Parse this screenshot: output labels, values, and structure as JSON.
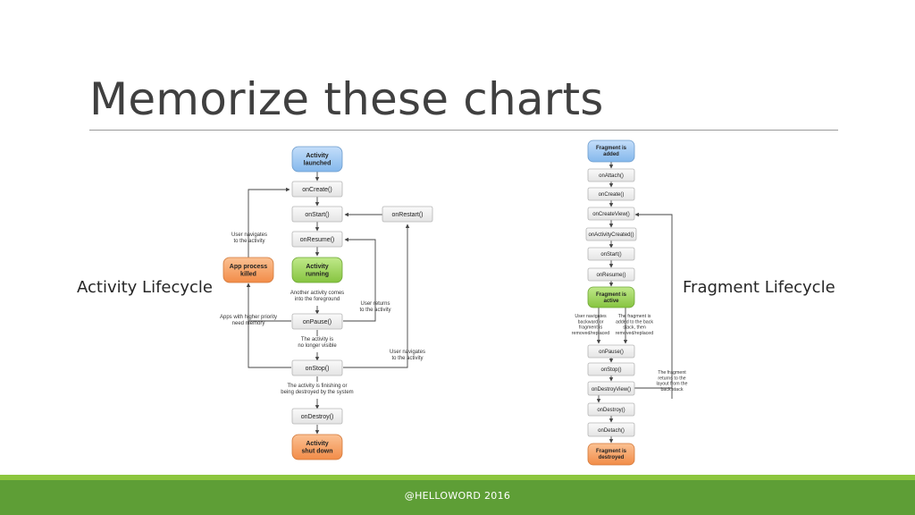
{
  "slide": {
    "title": "Memorize these charts",
    "left_label": "Activity Lifecycle",
    "right_label": "Fragment Lifecycle",
    "footer": "@HELLOWORD 2016"
  },
  "activity_chart": {
    "nodes": {
      "launched": [
        "Activity",
        "launched"
      ],
      "on_create": [
        "onCreate()"
      ],
      "on_start": [
        "onStart()"
      ],
      "on_restart": [
        "onRestart()"
      ],
      "on_resume": [
        "onResume()"
      ],
      "process_killed": [
        "App process",
        "killed"
      ],
      "running": [
        "Activity",
        "running"
      ],
      "on_pause": [
        "onPause()"
      ],
      "on_stop": [
        "onStop()"
      ],
      "on_destroy": [
        "onDestroy()"
      ],
      "shut_down": [
        "Activity",
        "shut down"
      ]
    },
    "notes": {
      "user_navigates_to": [
        "User navigates",
        "to the activity"
      ],
      "another_activity": [
        "Another activity comes",
        "into the foreground"
      ],
      "user_returns": [
        "User returns",
        "to the activity"
      ],
      "higher_priority": [
        "Apps with higher priority",
        "need memory"
      ],
      "no_longer_visible": [
        "The activity is",
        "no longer visible"
      ],
      "user_navigates_to_2": [
        "User navigates",
        "to the activity"
      ],
      "finishing": [
        "The activity is finishing or",
        "being destroyed by the system"
      ]
    }
  },
  "fragment_chart": {
    "nodes": {
      "added": [
        "Fragment is",
        "added"
      ],
      "on_attach": [
        "onAttach()"
      ],
      "on_create": [
        "onCreate()"
      ],
      "on_create_view": [
        "onCreateView()"
      ],
      "on_activity_created": [
        "onActivityCreated()"
      ],
      "on_start": [
        "onStart()"
      ],
      "on_resume": [
        "onResume()"
      ],
      "active": [
        "Fragment is",
        "active"
      ],
      "on_pause": [
        "onPause()"
      ],
      "on_stop": [
        "onStop()"
      ],
      "on_destroy_view": [
        "onDestroyView()"
      ],
      "on_destroy": [
        "onDestroy()"
      ],
      "on_detach": [
        "onDetach()"
      ],
      "destroyed": [
        "Fragment is",
        "destroyed"
      ]
    },
    "notes": {
      "backstack_left": [
        "User navigates",
        "backward or",
        "fragment is",
        "removed/replaced"
      ],
      "backstack_right": [
        "The fragment is",
        "added to the back",
        "stack, then",
        "removed/replaced"
      ],
      "returns": [
        "The fragment",
        "returns to the",
        "layout from the",
        "back stack"
      ]
    }
  },
  "colors": {
    "state_blue": "#9cc8f2",
    "state_green": "#9dd35a",
    "state_orange": "#f7a467",
    "method_box": "#efefef",
    "footer_band": "#5e9e36",
    "footer_strip": "#8cc63e"
  }
}
